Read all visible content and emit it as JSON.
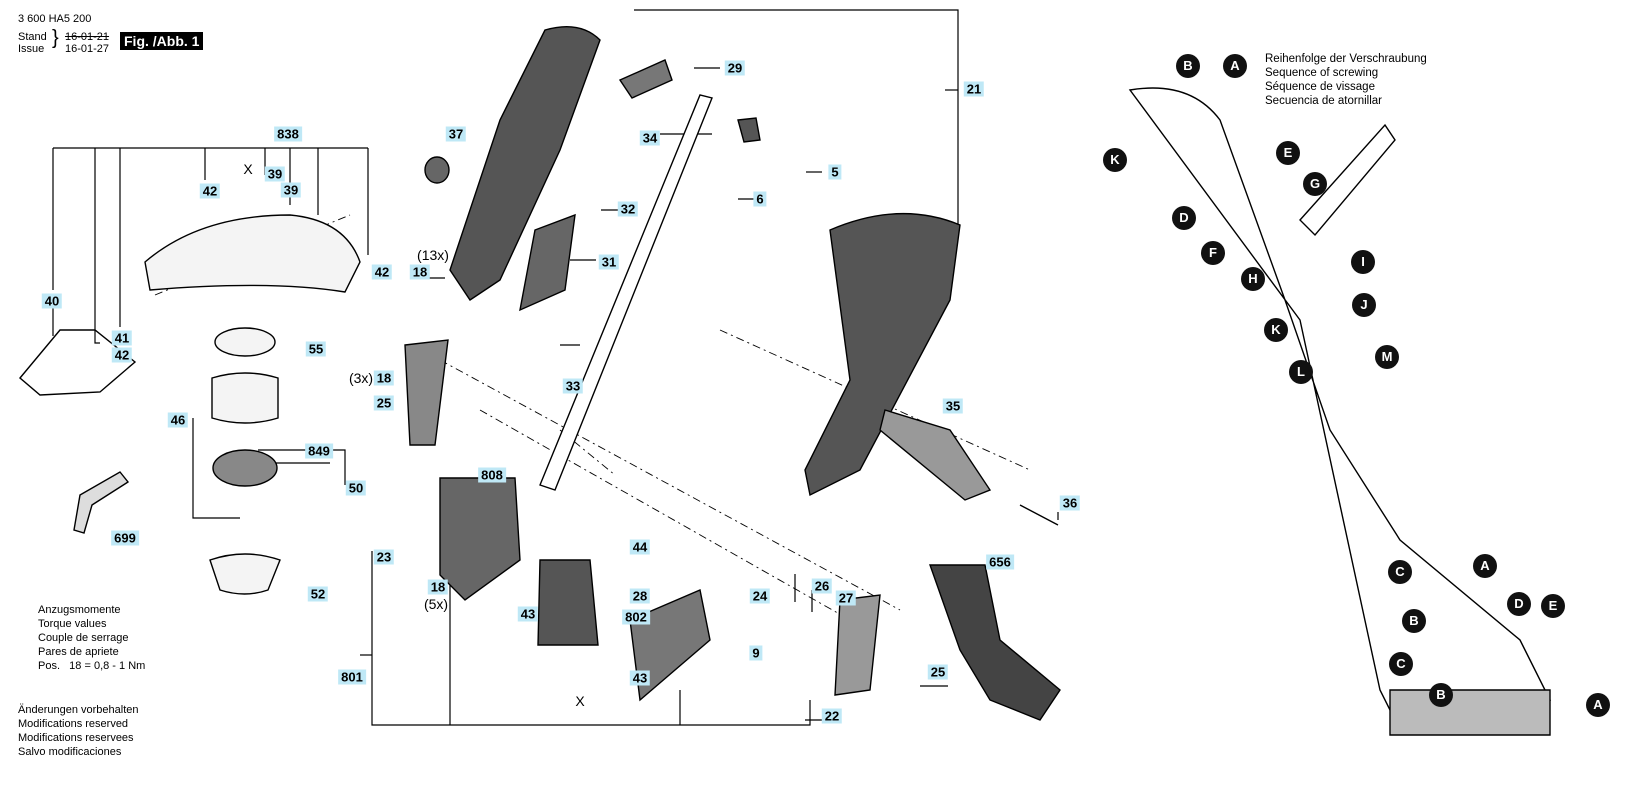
{
  "header": {
    "part_number": "3 600 HA5 200",
    "stand_label": "Stand",
    "issue_label": "Issue",
    "brace": "}",
    "stand_date_old": "16-01-21",
    "issue_date": "16-01-27",
    "figure_label": "Fig. /Abb. 1"
  },
  "torque_notes": {
    "lines": [
      "Anzugsmomente",
      "Torque values",
      "Couple de serrage",
      "Pares de apriete",
      "Pos.   18 = 0,8 - 1 Nm"
    ]
  },
  "modification_notes": {
    "lines": [
      "Änderungen vorbehalten",
      "Modifications reserved",
      "Modifications reservees",
      "Salvo modificaciones"
    ]
  },
  "sequence_notes": {
    "lines": [
      "Reihenfolge der Verschraubung",
      "Sequence of screwing",
      "Séquence de vissage",
      "Secuencia de atornillar"
    ]
  },
  "part_labels": [
    "838",
    "42",
    "X",
    "39",
    "39",
    "42",
    "40",
    "41",
    "42",
    "55",
    "46",
    "849",
    "50",
    "699",
    "52",
    "37",
    "29",
    "34",
    "32",
    "31",
    "18",
    "18",
    "25",
    "33",
    "808",
    "23",
    "18",
    "43",
    "44",
    "28",
    "24",
    "802",
    "43",
    "9",
    "X",
    "22",
    "801",
    "5",
    "6",
    "21",
    "35",
    "36",
    "656",
    "26",
    "27",
    "25"
  ],
  "quantity_labels": [
    "(13x)",
    "(3x)",
    "(5x)"
  ],
  "sequence_markers": [
    "B",
    "A",
    "K",
    "E",
    "D",
    "G",
    "F",
    "I",
    "H",
    "J",
    "K",
    "L",
    "M",
    "C",
    "A",
    "B",
    "D",
    "E",
    "C",
    "B",
    "A"
  ],
  "accent_color": "#bfe8f6",
  "marker_color": "#111111"
}
